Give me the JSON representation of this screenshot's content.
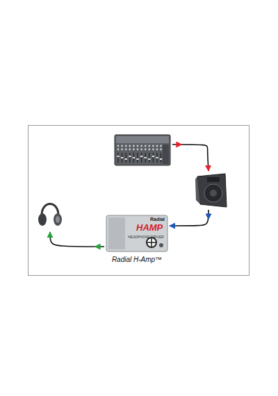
{
  "diagram": {
    "nodes": [
      {
        "text": []
      },
      {
        "text": []
      },
      {
        "text": [
          "Radial",
          "HAMP",
          "HEADPHONE DRIVER",
          "Radial H-Amp™"
        ]
      },
      {
        "text": []
      }
    ],
    "edges": [
      {
        "from": 0,
        "to": 1,
        "arrow": "to"
      },
      {
        "from": 1,
        "to": 2,
        "arrow": "to"
      },
      {
        "from": 2,
        "to": 3,
        "arrow": "to"
      }
    ]
  }
}
